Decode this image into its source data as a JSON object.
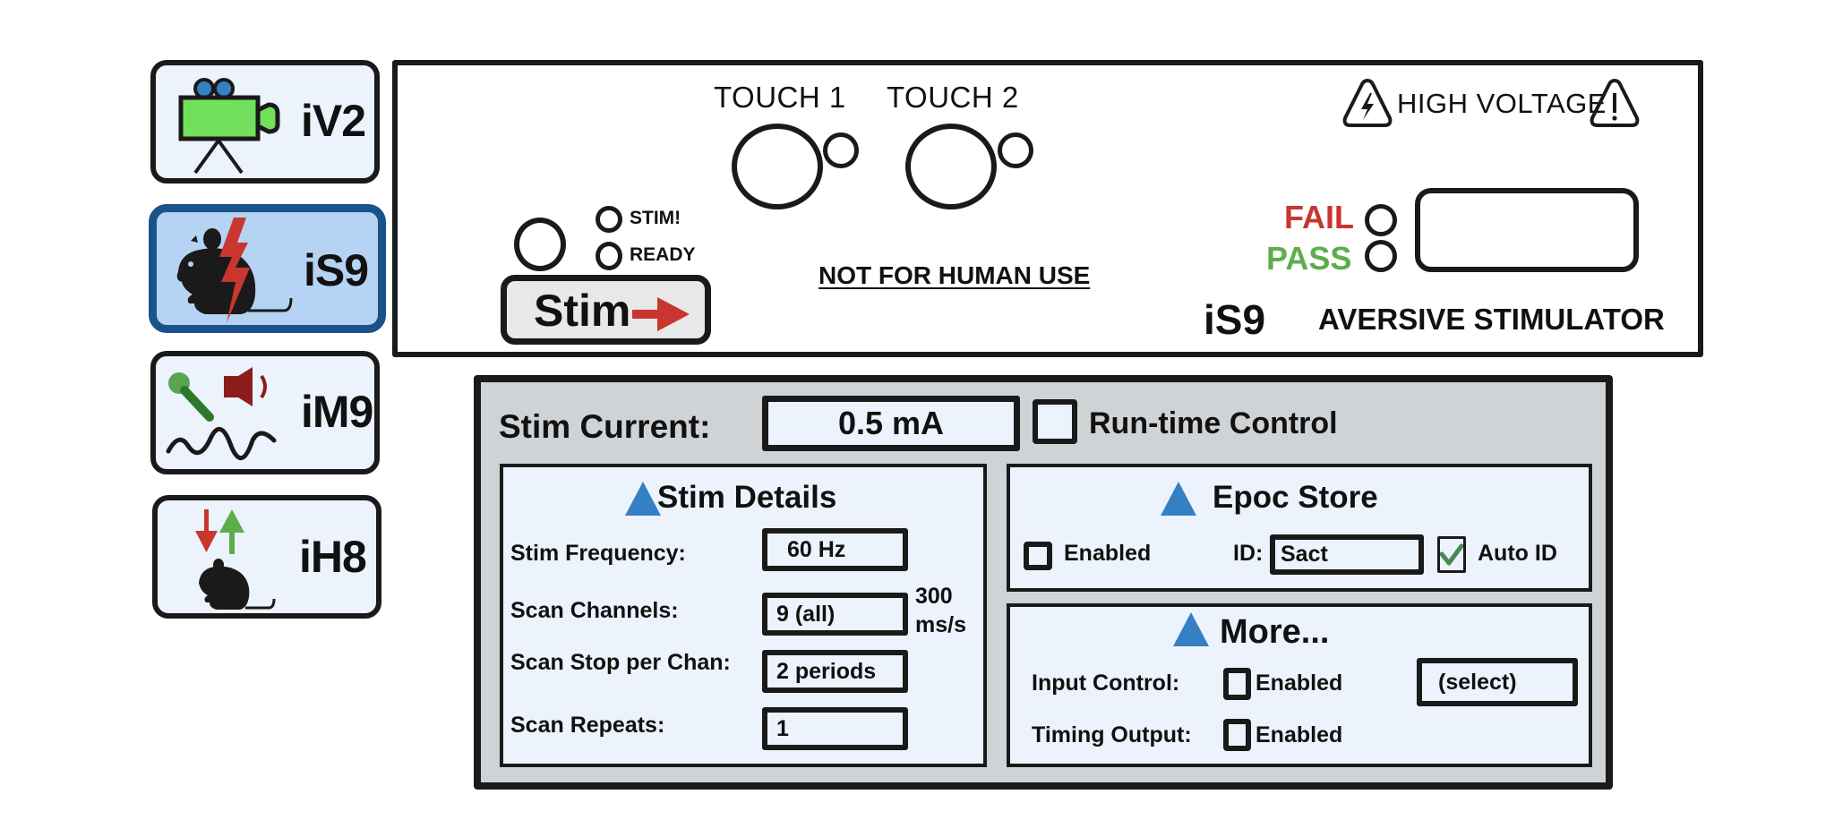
{
  "colors": {
    "accent_blue": "#3580c4",
    "active_border": "#1a528a",
    "active_bg": "#b5d3f3",
    "panel_bg": "#cfd3d6",
    "field_bg": "#ecf3fc",
    "fail_red": "#c8362f",
    "pass_green": "#5cae4a",
    "arrow_red": "#c8362f"
  },
  "sidebar": {
    "items": [
      {
        "label": "iV2",
        "icon": "video-camera-icon",
        "active": false
      },
      {
        "label": "iS9",
        "icon": "mouse-shock-icon",
        "active": true
      },
      {
        "label": "iM9",
        "icon": "microphone-speaker-icon",
        "active": false
      },
      {
        "label": "iH8",
        "icon": "mouse-arrows-icon",
        "active": false
      }
    ]
  },
  "front_panel": {
    "touch1_label": "TOUCH 1",
    "touch2_label": "TOUCH 2",
    "stim_led_label": "STIM!",
    "ready_led_label": "READY",
    "stim_button_label": "Stim",
    "warning_text": "NOT FOR HUMAN USE",
    "high_voltage_label": "HIGH VOLTAGE",
    "fail_label": "FAIL",
    "pass_label": "PASS",
    "model": "iS9",
    "device_name": "AVERSIVE STIMULATOR"
  },
  "settings": {
    "stim_current_label": "Stim Current:",
    "stim_current_value": "0.5 mA",
    "runtime_control_label": "Run-time Control",
    "runtime_control_checked": false,
    "stim_details": {
      "title": "Stim Details",
      "rows": [
        {
          "label": "Stim Frequency:",
          "value": "60 Hz"
        },
        {
          "label": "Scan Channels:",
          "value": "9 (all)"
        },
        {
          "label": "Scan Stop per Chan:",
          "value": "2 periods"
        },
        {
          "label": "Scan Repeats:",
          "value": "1"
        }
      ],
      "rate_value": "300",
      "rate_unit": "ms/s"
    },
    "epoc_store": {
      "title": "Epoc Store",
      "enabled_label": "Enabled",
      "enabled_checked": false,
      "id_label": "ID:",
      "id_value": "Sact",
      "auto_id_label": "Auto ID",
      "auto_id_checked": true
    },
    "more": {
      "title": "More...",
      "input_control_label": "Input Control:",
      "input_control_enabled_label": "Enabled",
      "input_control_checked": false,
      "input_select_value": "(select)",
      "timing_output_label": "Timing Output:",
      "timing_output_enabled_label": "Enabled",
      "timing_output_checked": false
    }
  }
}
